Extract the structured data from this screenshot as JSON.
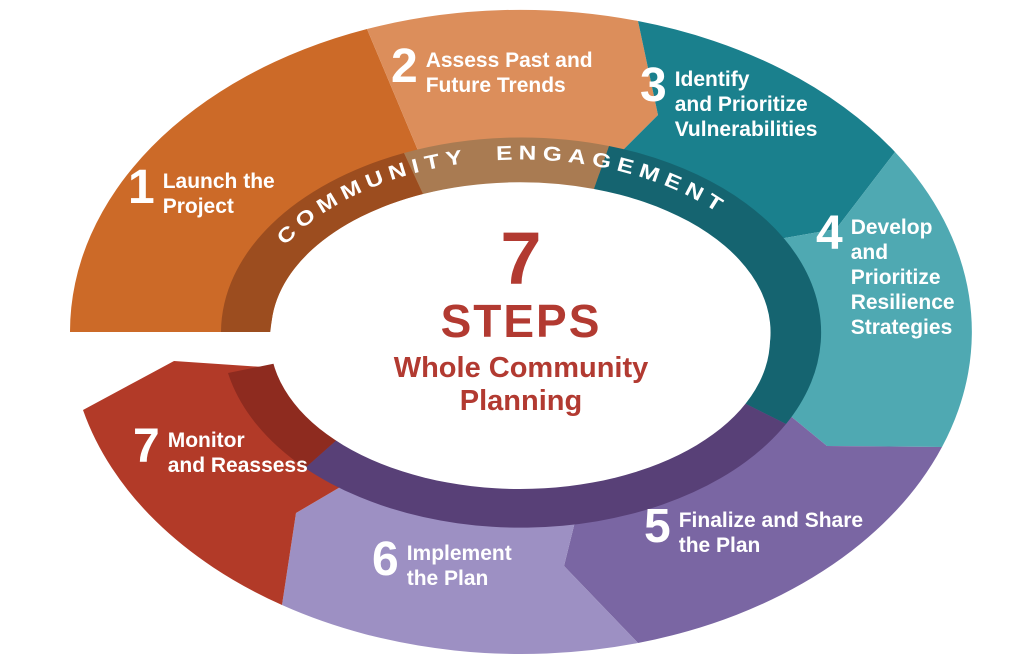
{
  "arc_label": "COMMUNITY ENGAGEMENT",
  "center": {
    "number": "7",
    "steps_word": "STEPS",
    "subtitle": "Whole Community\nPlanning",
    "text_color": "#B23A31"
  },
  "steps": [
    {
      "number": "1",
      "label": "Launch the\nProject",
      "color": "#CC6A28"
    },
    {
      "number": "2",
      "label": "Assess Past and\nFuture Trends",
      "color": "#DC8E5B"
    },
    {
      "number": "3",
      "label": "Identify\nand Prioritize\nVulnerabilities",
      "color": "#1A808D"
    },
    {
      "number": "4",
      "label": "Develop\nand\nPrioritize\nResilience\nStrategies",
      "color": "#4FA9B2"
    },
    {
      "number": "5",
      "label": "Finalize and Share\nthe Plan",
      "color": "#7A66A3"
    },
    {
      "number": "6",
      "label": "Implement\nthe Plan",
      "color": "#9D90C3"
    },
    {
      "number": "7",
      "label": "Monitor\nand Reassess",
      "color": "#B23A28"
    }
  ],
  "bands": [
    {
      "name": "engagement-band-under-step-1",
      "color": "#9C4D1F"
    },
    {
      "name": "engagement-band-under-step-2",
      "color": "#A97B52"
    },
    {
      "name": "engagement-band-under-steps-3-4",
      "color": "#156470"
    },
    {
      "name": "engagement-band-under-steps-5-6",
      "color": "#584077"
    },
    {
      "name": "engagement-band-under-step-7",
      "color": "#8E2B1F"
    }
  ]
}
